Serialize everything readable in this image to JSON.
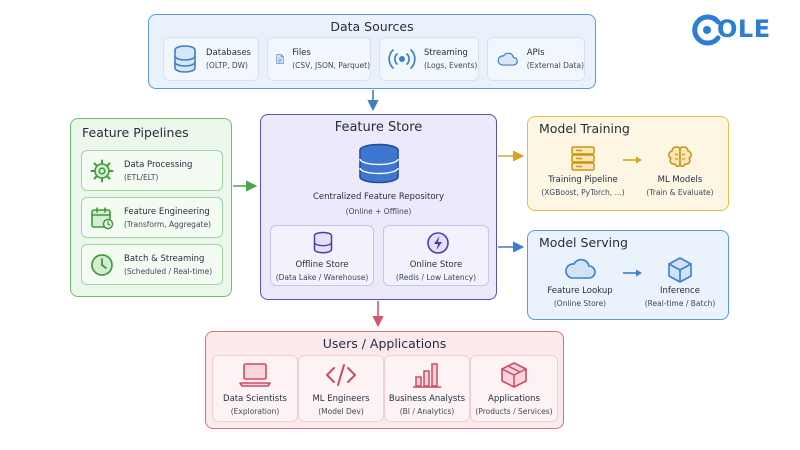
{
  "logo": {
    "text": "OLE"
  },
  "data_sources": {
    "title": "Data Sources",
    "items": [
      {
        "icon": "database-icon",
        "label": "Databases",
        "sub": "(OLTP, DW)"
      },
      {
        "icon": "file-icon",
        "label": "Files",
        "sub": "(CSV, JSON, Parquet)"
      },
      {
        "icon": "streaming-icon",
        "label": "Streaming",
        "sub": "(Logs, Events)"
      },
      {
        "icon": "cloud-icon",
        "label": "APIs",
        "sub": "(External Data)"
      }
    ]
  },
  "feature_pipelines": {
    "title": "Feature Pipelines",
    "items": [
      {
        "icon": "gear-icon",
        "label": "Data Processing",
        "sub": "(ETL/ELT)"
      },
      {
        "icon": "calendar-icon",
        "label": "Feature Engineering",
        "sub": "(Transform, Aggregate)"
      },
      {
        "icon": "clock-icon",
        "label": "Batch & Streaming",
        "sub": "(Scheduled / Real-time)"
      }
    ]
  },
  "feature_store": {
    "title": "Feature Store",
    "central_label": "Centralized Feature Repository",
    "central_sub": "(Online + Offline)",
    "offline": {
      "label": "Offline Store",
      "sub": "(Data Lake / Warehouse)"
    },
    "online": {
      "label": "Online Store",
      "sub": "(Redis / Low Latency)"
    }
  },
  "model_training": {
    "title": "Model Training",
    "items": [
      {
        "icon": "server-icon",
        "label": "Training Pipeline",
        "sub": "(XGBoost, PyTorch, ...)"
      },
      {
        "icon": "brain-icon",
        "label": "ML Models",
        "sub": "(Train & Evaluate)"
      }
    ]
  },
  "model_serving": {
    "title": "Model Serving",
    "items": [
      {
        "icon": "cloud-icon",
        "label": "Feature Lookup",
        "sub": "(Online Store)"
      },
      {
        "icon": "cube-icon",
        "label": "Inference",
        "sub": "(Real-time / Batch)"
      }
    ]
  },
  "users": {
    "title": "Users / Applications",
    "items": [
      {
        "icon": "laptop-icon",
        "label": "Data Scientists",
        "sub": "(Exploration)"
      },
      {
        "icon": "code-icon",
        "label": "ML Engineers",
        "sub": "(Model Dev)"
      },
      {
        "icon": "bar-chart-icon",
        "label": "Business Analysts",
        "sub": "(BI / Analytics)"
      },
      {
        "icon": "box-icon",
        "label": "Applications",
        "sub": "(Products / Services)"
      }
    ]
  },
  "colors": {
    "blue": "#5c9bd6",
    "green": "#6cc06a",
    "purple": "#5a4fb3",
    "yellow": "#e7bd45",
    "pink": "#e26d7e",
    "logo": "#2a7fd4"
  }
}
